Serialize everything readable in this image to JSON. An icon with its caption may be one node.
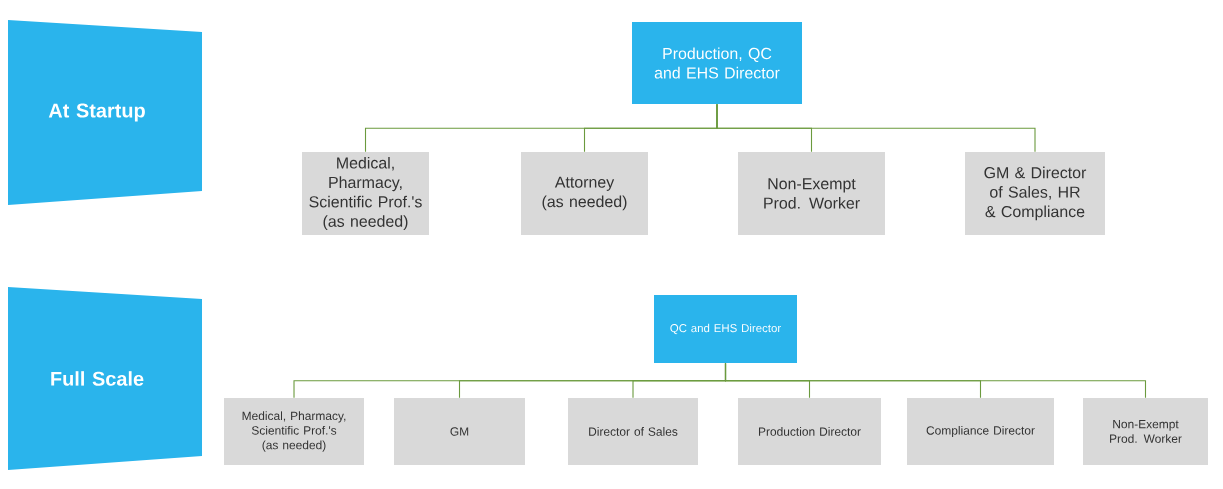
{
  "diagram": {
    "nodes": [
      {
        "text": [
          "At Startup"
        ]
      },
      {
        "text": [
          "Production, QC and EHS Director"
        ]
      },
      {
        "text": [
          "Medical, Pharmacy, Scientific Prof.'s (as needed)"
        ]
      },
      {
        "text": [
          "Attorney (as needed)"
        ]
      },
      {
        "text": [
          "Non-Exempt Prod. Worker"
        ]
      },
      {
        "text": [
          "GM & Director of Sales, HR & Compliance"
        ]
      },
      {
        "text": [
          "Full Scale"
        ]
      },
      {
        "text": [
          "QC and EHS Director"
        ]
      },
      {
        "text": [
          "Medical, Pharmacy, Scientific Prof.'s (as needed)"
        ]
      },
      {
        "text": [
          "GM"
        ]
      },
      {
        "text": [
          "Director of Sales"
        ]
      },
      {
        "text": [
          "Production Director"
        ]
      },
      {
        "text": [
          "Compliance Director"
        ]
      },
      {
        "text": [
          "Non-Exempt Prod. Worker"
        ]
      }
    ],
    "edges": [
      {
        "from": 1,
        "to": 2,
        "arrow": "none"
      },
      {
        "from": 1,
        "to": 3,
        "arrow": "none"
      },
      {
        "from": 1,
        "to": 4,
        "arrow": "none"
      },
      {
        "from": 1,
        "to": 5,
        "arrow": "none"
      },
      {
        "from": 7,
        "to": 8,
        "arrow": "none"
      },
      {
        "from": 7,
        "to": 9,
        "arrow": "none"
      },
      {
        "from": 7,
        "to": 10,
        "arrow": "none"
      },
      {
        "from": 7,
        "to": 11,
        "arrow": "none"
      },
      {
        "from": 7,
        "to": 12,
        "arrow": "none"
      },
      {
        "from": 7,
        "to": 13,
        "arrow": "none"
      }
    ]
  }
}
